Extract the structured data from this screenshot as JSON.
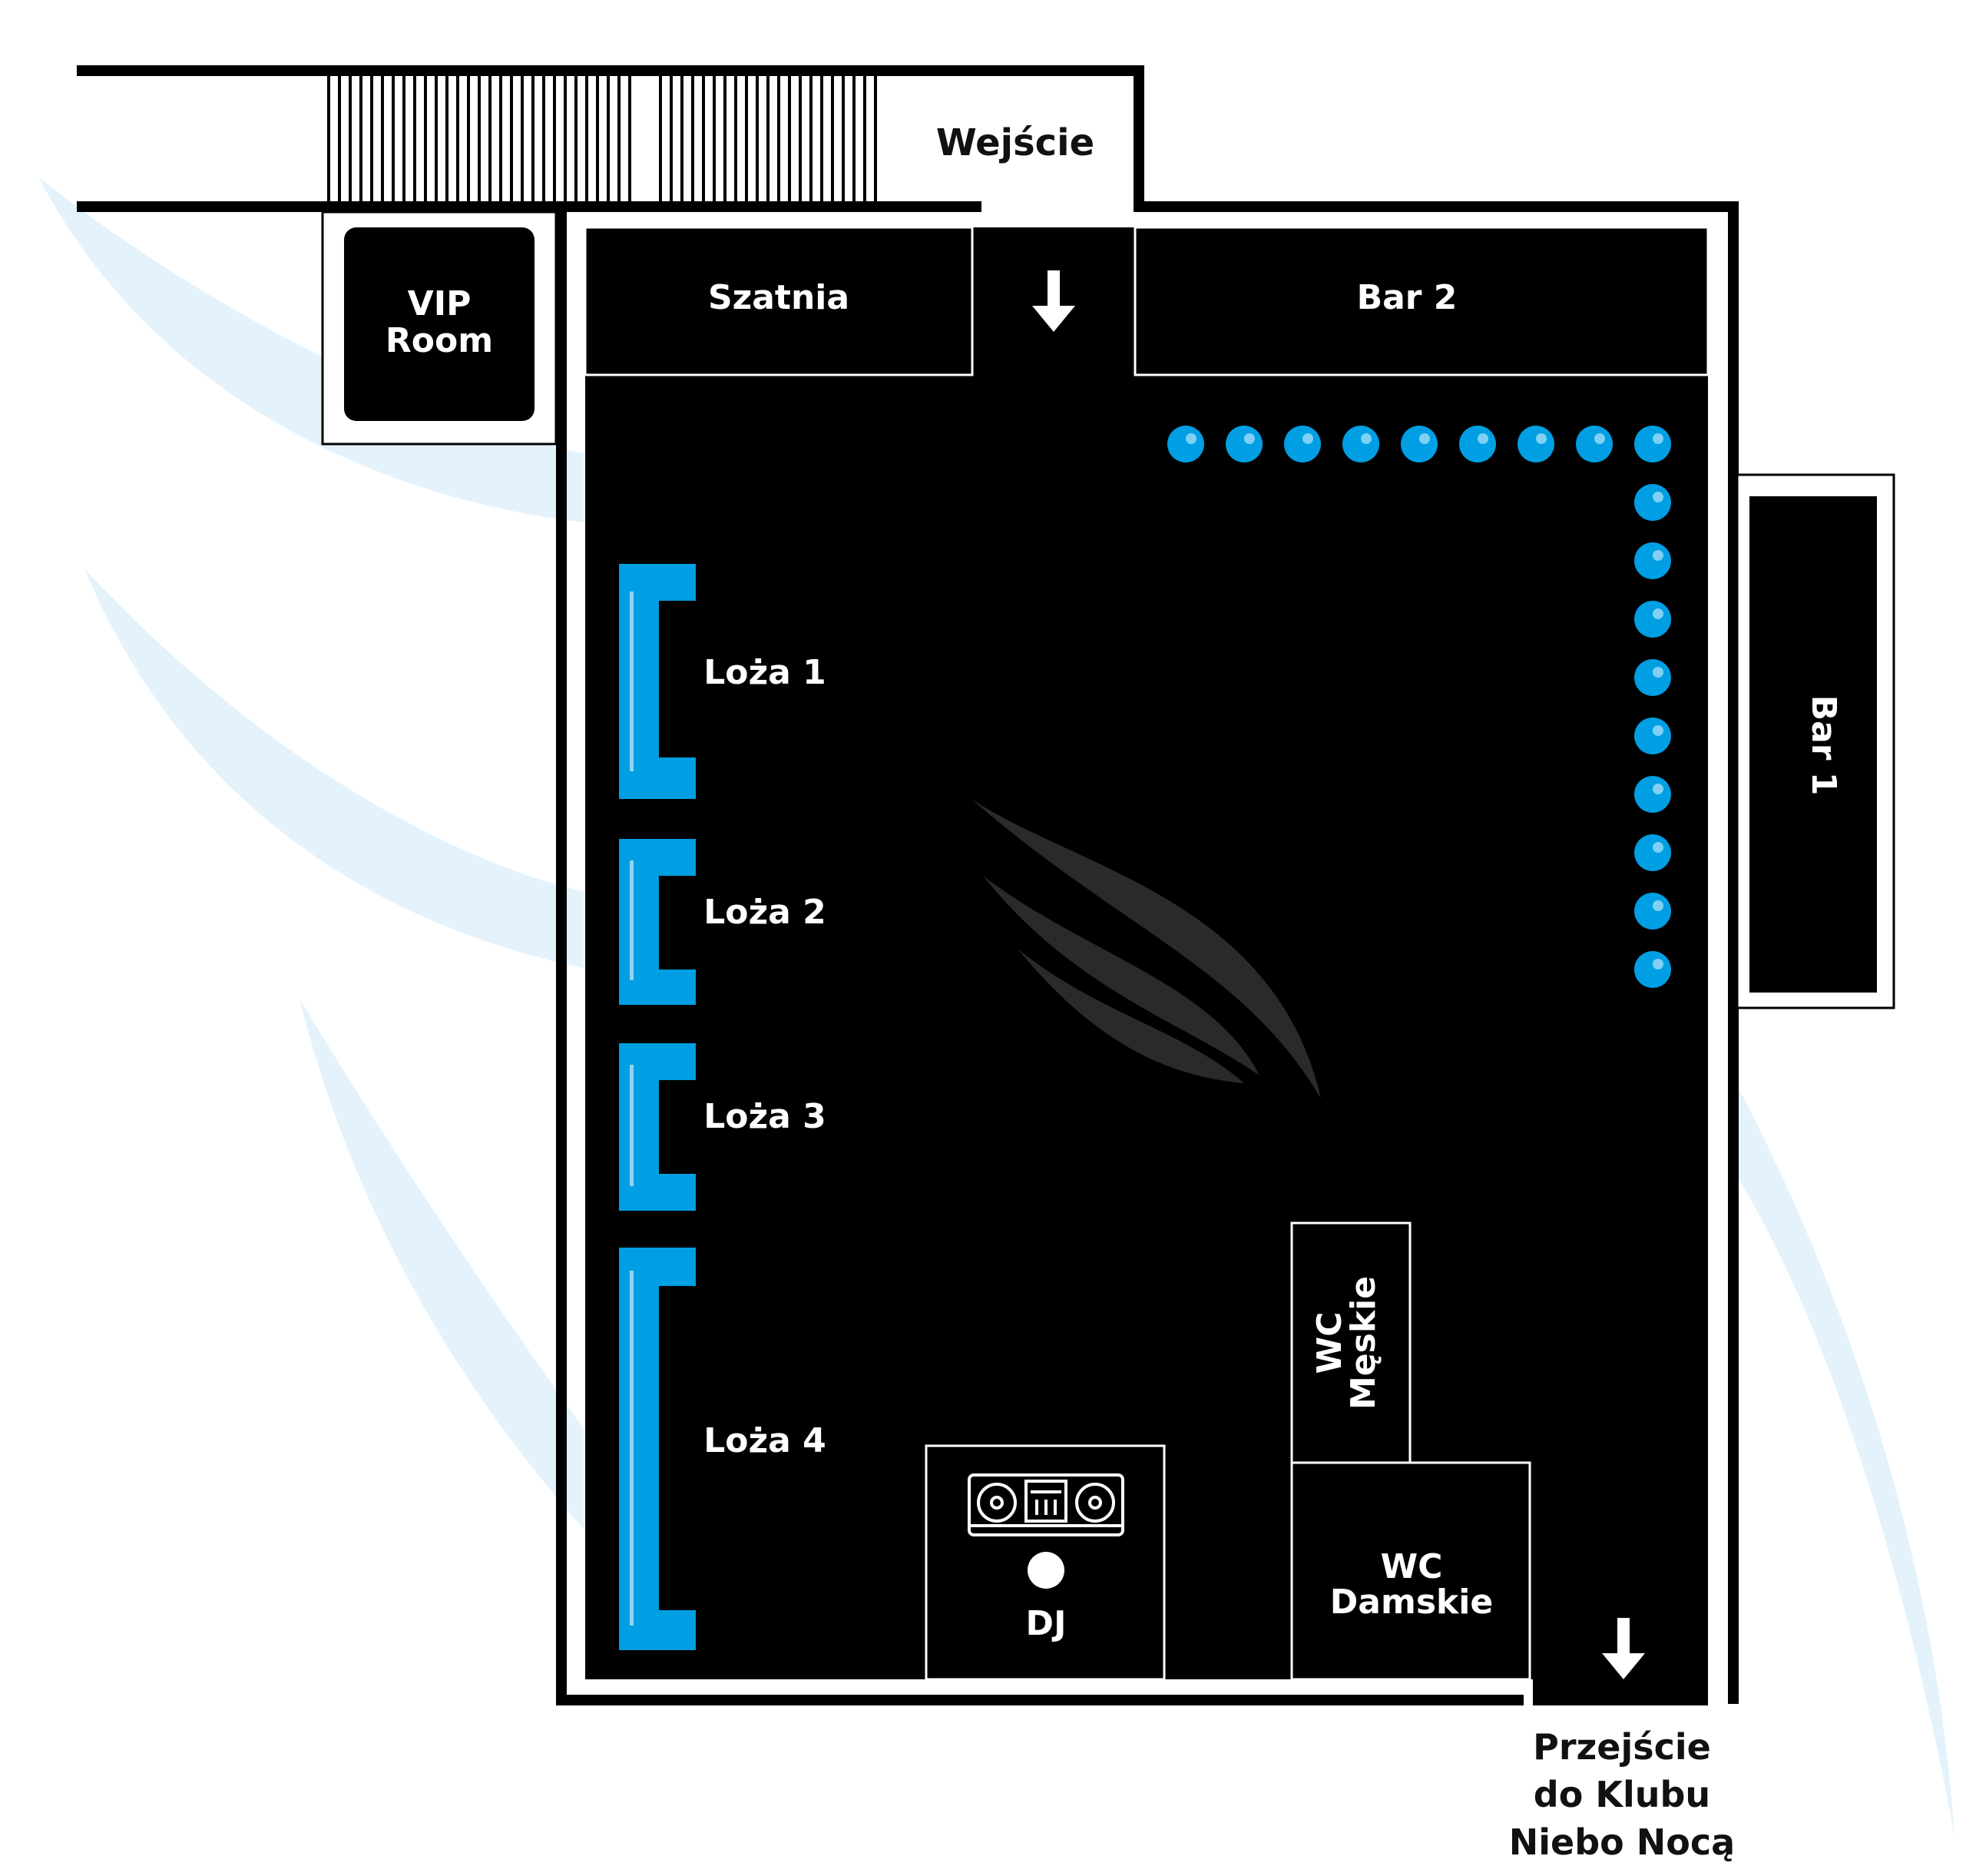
{
  "plan": {
    "entrance_label": "Wejście",
    "rooms": {
      "vip": [
        "VIP",
        "Room"
      ],
      "cloakroom": "Szatnia",
      "bar2": "Bar 2",
      "bar1": "Bar 1",
      "wc_men": [
        "WC",
        "Męskie"
      ],
      "wc_women": [
        "WC",
        "Damskie"
      ],
      "dj": "DJ"
    },
    "booths": [
      "Loża 1",
      "Loża 2",
      "Loża 3",
      "Loża 4"
    ],
    "exit_label": [
      "Przejście",
      "do Klubu",
      "Niebo Nocą"
    ],
    "bar_stools": {
      "top_row_count": 9,
      "side_column_count": 10
    }
  },
  "colors": {
    "background": "#ffffff",
    "venue": "#000000",
    "wall": "#000000",
    "accent": "#009fe3",
    "swoosh": "#e4f3fb",
    "logo_watermark": "#2a2a2a",
    "label_dark": "#111111"
  },
  "icons": {
    "entrance_arrow": "arrow-down-icon",
    "exit_arrow": "arrow-down-icon",
    "dj": "turntables-icon",
    "logo": "flame-logo-icon"
  }
}
